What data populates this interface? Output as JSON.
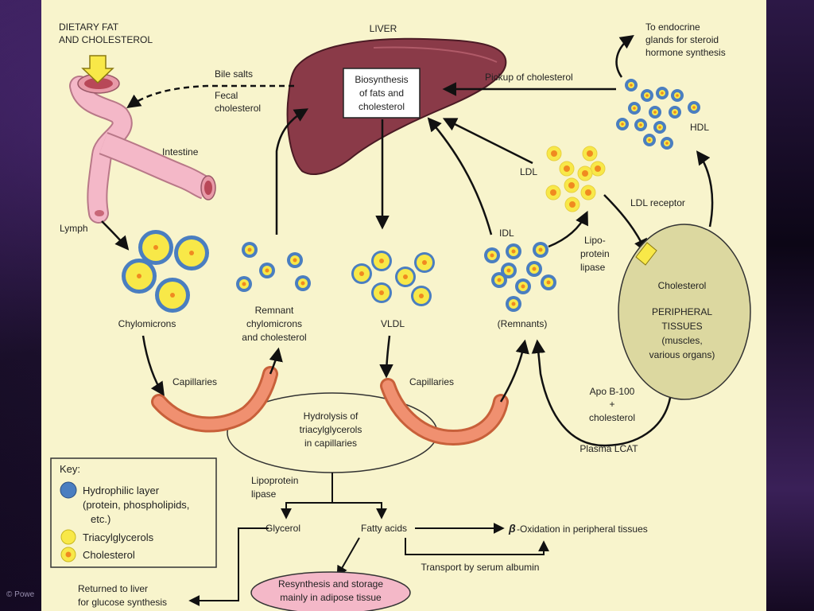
{
  "labels": {
    "dietary_fat_1": "DIETARY FAT",
    "dietary_fat_2": "AND CHOLESTEROL",
    "liver": "LIVER",
    "biosynthesis_1": "Biosynthesis",
    "biosynthesis_2": "of fats and",
    "biosynthesis_3": "cholesterol",
    "bile_salts": "Bile salts",
    "fecal_1": "Fecal",
    "fecal_2": "cholesterol",
    "intestine": "Intestine",
    "lymph": "Lymph",
    "endocrine_1": "To endocrine",
    "endocrine_2": "glands for steroid",
    "endocrine_3": "hormone synthesis",
    "pickup": "Pickup of cholesterol",
    "hdl": "HDL",
    "ldl": "LDL",
    "ldl_receptor": "LDL receptor",
    "idl": "IDL",
    "lipo_1": "Lipo-",
    "lipo_2": "protein",
    "lipo_3": "lipase",
    "chylomicrons": "Chylomicrons",
    "remnant_1": "Remnant",
    "remnant_2": "chylomicrons",
    "remnant_3": "and cholesterol",
    "vldl": "VLDL",
    "remnants": "(Remnants)",
    "capillaries_left": "Capillaries",
    "capillaries_right": "Capillaries",
    "hydrolysis_1": "Hydrolysis of",
    "hydrolysis_2": "triacylglycerols",
    "hydrolysis_3": "in capillaries",
    "cholesterol_tissue": "Cholesterol",
    "peripheral_1": "PERIPHERAL",
    "peripheral_2": "TISSUES",
    "peripheral_3": "(muscles,",
    "peripheral_4": "various organs)",
    "apo_1": "Apo B-100",
    "apo_2": "+",
    "apo_3": "cholesterol",
    "lcat": "Plasma LCAT",
    "lpl_1": "Lipoprotein",
    "lpl_2": "lipase",
    "glycerol": "Glycerol",
    "fatty_acids": "Fatty acids",
    "beta_symbol": "β",
    "beta_ox": "-Oxidation in peripheral tissues",
    "transport": "Transport by serum albumin",
    "resynth_1": "Resynthesis and storage",
    "resynth_2": "mainly in adipose tissue",
    "returned_1": "Returned to liver",
    "returned_2": "for glucose synthesis"
  },
  "key": {
    "title": "Key:",
    "hydrophilic_1": "Hydrophilic layer",
    "hydrophilic_2": "(protein, phospholipids,",
    "hydrophilic_3": "etc.)",
    "triacylglycerols": "Triacylglycerols",
    "cholesterol": "Cholesterol"
  },
  "footer": {
    "copyright": "© Powe"
  },
  "colors": {
    "panel": "#f8f4cc",
    "liver": "#8a3a48",
    "hydrophilic": "#4a7ec0",
    "triacylglycerol": "#f8e848",
    "cholesterol": "#f08a20",
    "capillary": "#e8784a",
    "tissue": "#dcd8a0",
    "intestine": "#f4b8c8"
  }
}
